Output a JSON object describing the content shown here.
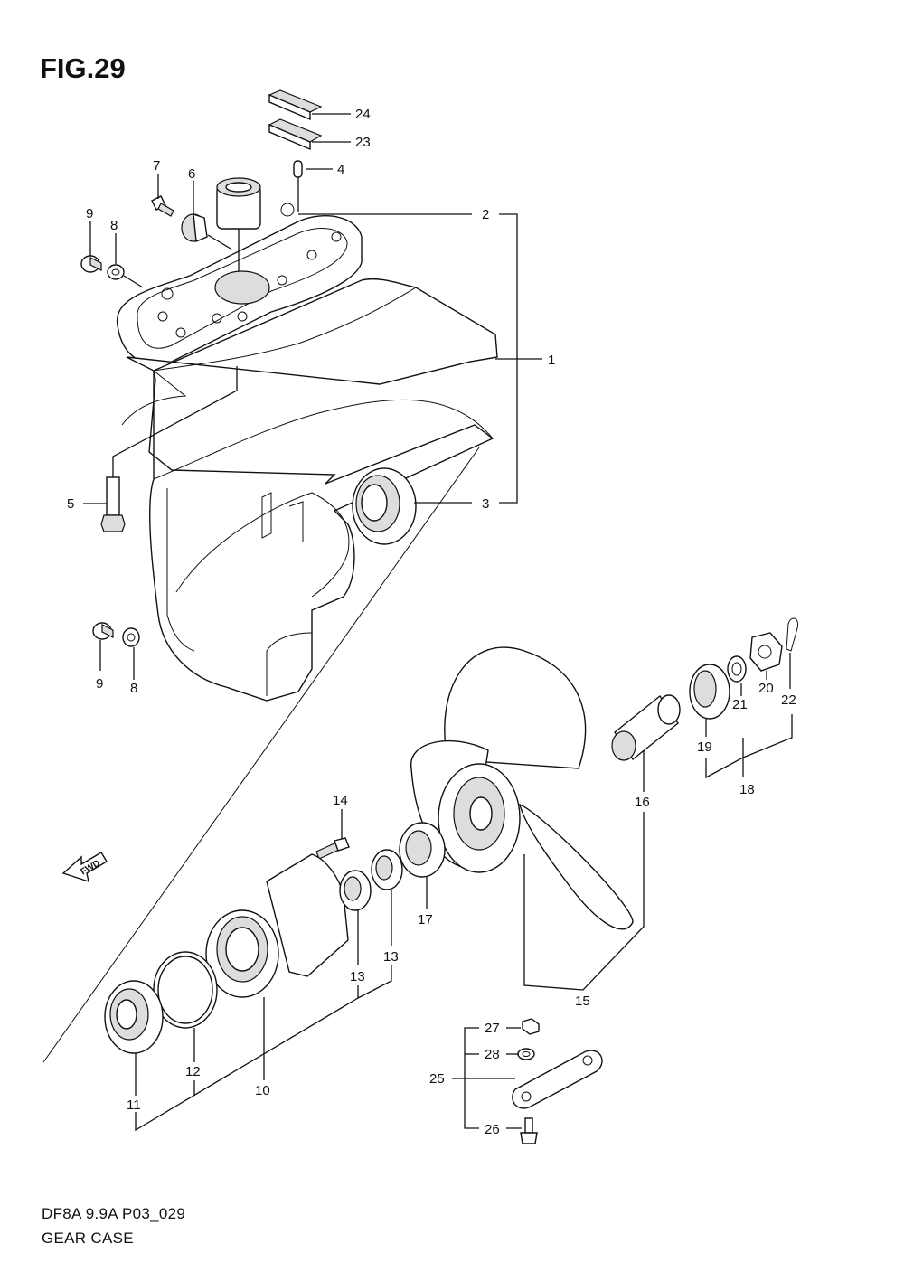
{
  "figure": {
    "title": "FIG.29",
    "model_code": "DF8A 9.9A P03_029",
    "caption": "GEAR CASE",
    "direction_label": "FWD"
  },
  "callouts": [
    "24",
    "23",
    "4",
    "7",
    "6",
    "2",
    "9",
    "8",
    "1",
    "5",
    "3",
    "9",
    "8",
    "22",
    "21",
    "20",
    "19",
    "18",
    "16",
    "14",
    "17",
    "13",
    "13",
    "15",
    "27",
    "28",
    "25",
    "26",
    "12",
    "10",
    "11"
  ]
}
